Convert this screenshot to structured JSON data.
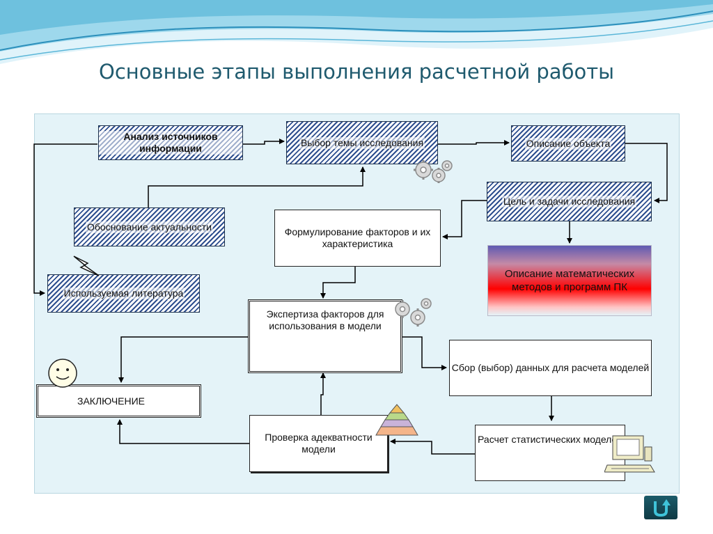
{
  "title": "Основные этапы выполнения расчетной работы",
  "boxes": {
    "analysis": "Анализ источников информации",
    "topic": "Выбор темы исследования",
    "object_description": "Описание объекта",
    "goals": "Цель и задачи исследования",
    "relevance": "Обоснование актуальности",
    "factors": "Формулирование факторов и их характеристика",
    "math_methods": "Описание математических методов и программ ПК",
    "literature": "Используемая литература",
    "expertise": "Экспертиза факторов для использования в модели",
    "data_collection": "Сбор (выбор) данных для расчета моделей",
    "conclusion": "ЗАКЛЮЧЕНИЕ",
    "adequacy": "Проверка адекватности модели",
    "statistical_calc": "Расчет статистических моделей"
  },
  "icons": [
    "gears-icon",
    "lightning-icon",
    "smiley-icon",
    "pyramid-icon",
    "computer-icon",
    "return-icon"
  ],
  "colors": {
    "title": "#1f5a6e",
    "panel": "#e4f3f8",
    "hatch": "#2d4e8e",
    "accent_red": "#ff0000"
  }
}
